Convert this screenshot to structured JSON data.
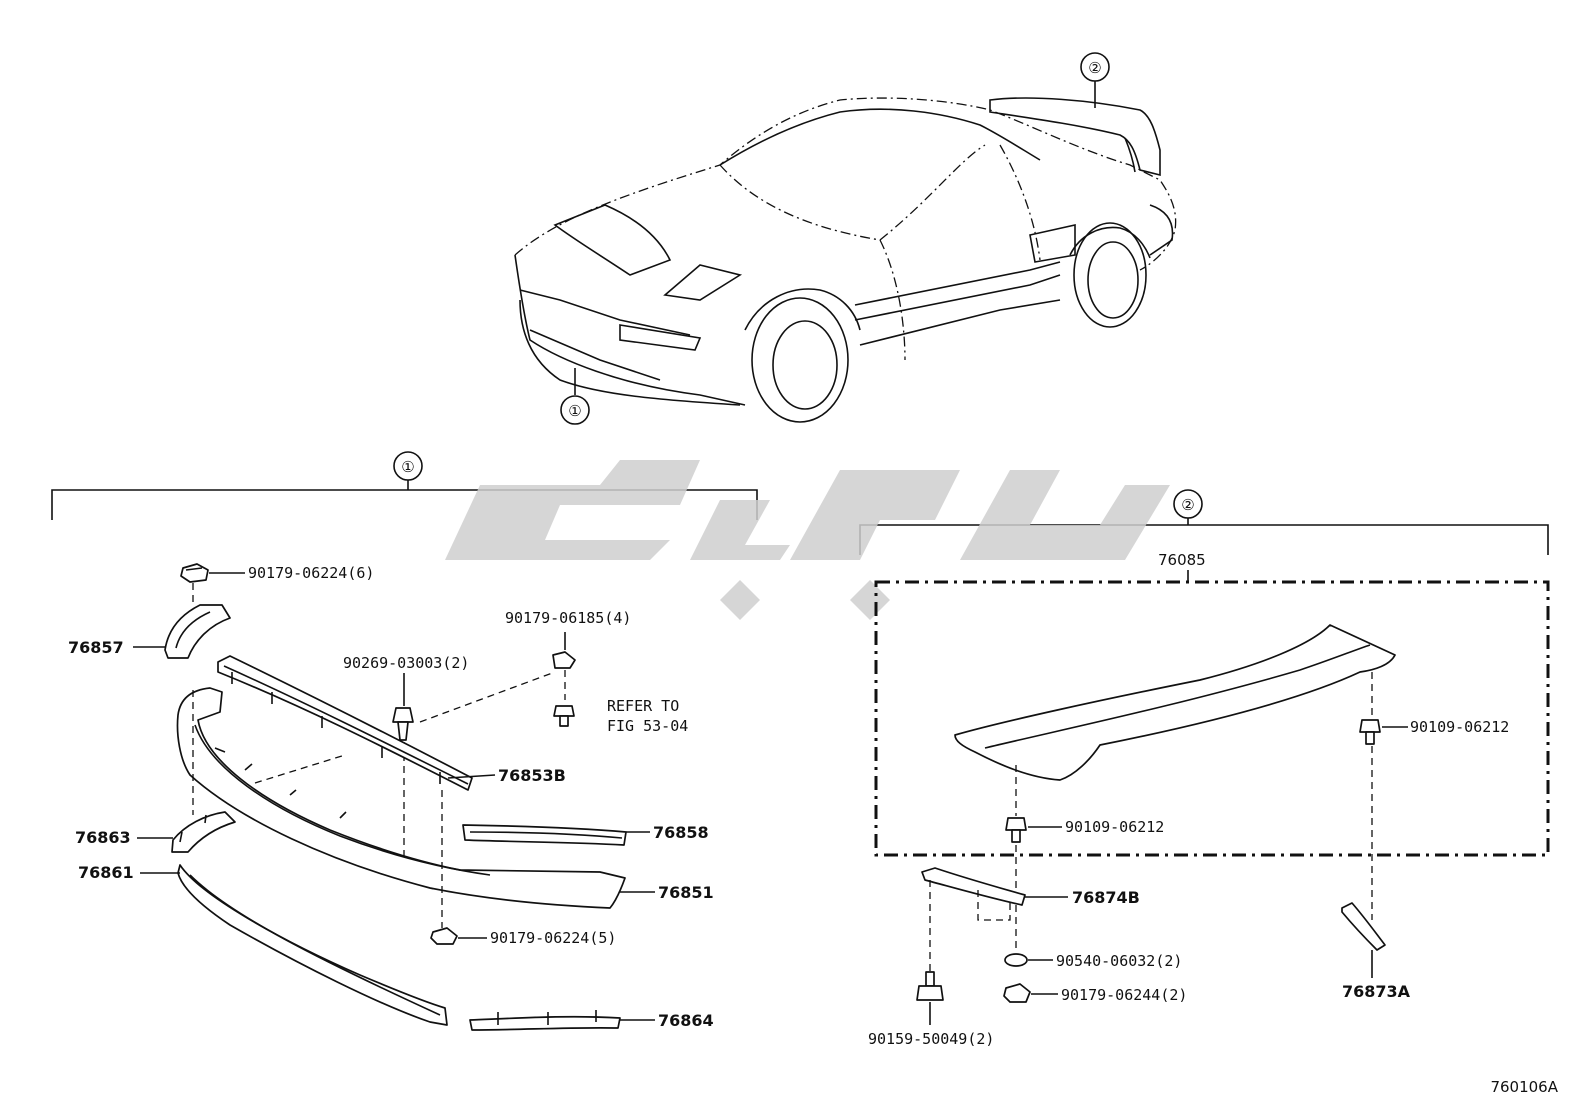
{
  "callouts": {
    "one": "①",
    "two": "②"
  },
  "labels": {
    "p90179_06224_6": "90179-06224(6)",
    "p76857": "76857",
    "p90179_06185_4": "90179-06185(4)",
    "p90269_03003_2": "90269-03003(2)",
    "refer_to_line1": "REFER TO",
    "refer_to_line2": "FIG 53-04",
    "p76853B": "76853B",
    "p76863": "76863",
    "p76858": "76858",
    "p76861": "76861",
    "p76851": "76851",
    "p90179_06224_5": "90179-06224(5)",
    "p76864": "76864",
    "p76085": "76085",
    "p90109_06212_a": "90109-06212",
    "p90109_06212_b": "90109-06212",
    "p76874B": "76874B",
    "p90540_06032_2": "90540-06032(2)",
    "p90179_06244_2": "90179-06244(2)",
    "p76873A": "76873A",
    "p90159_50049_2": "90159-50049(2)",
    "figure_code": "760106A"
  }
}
